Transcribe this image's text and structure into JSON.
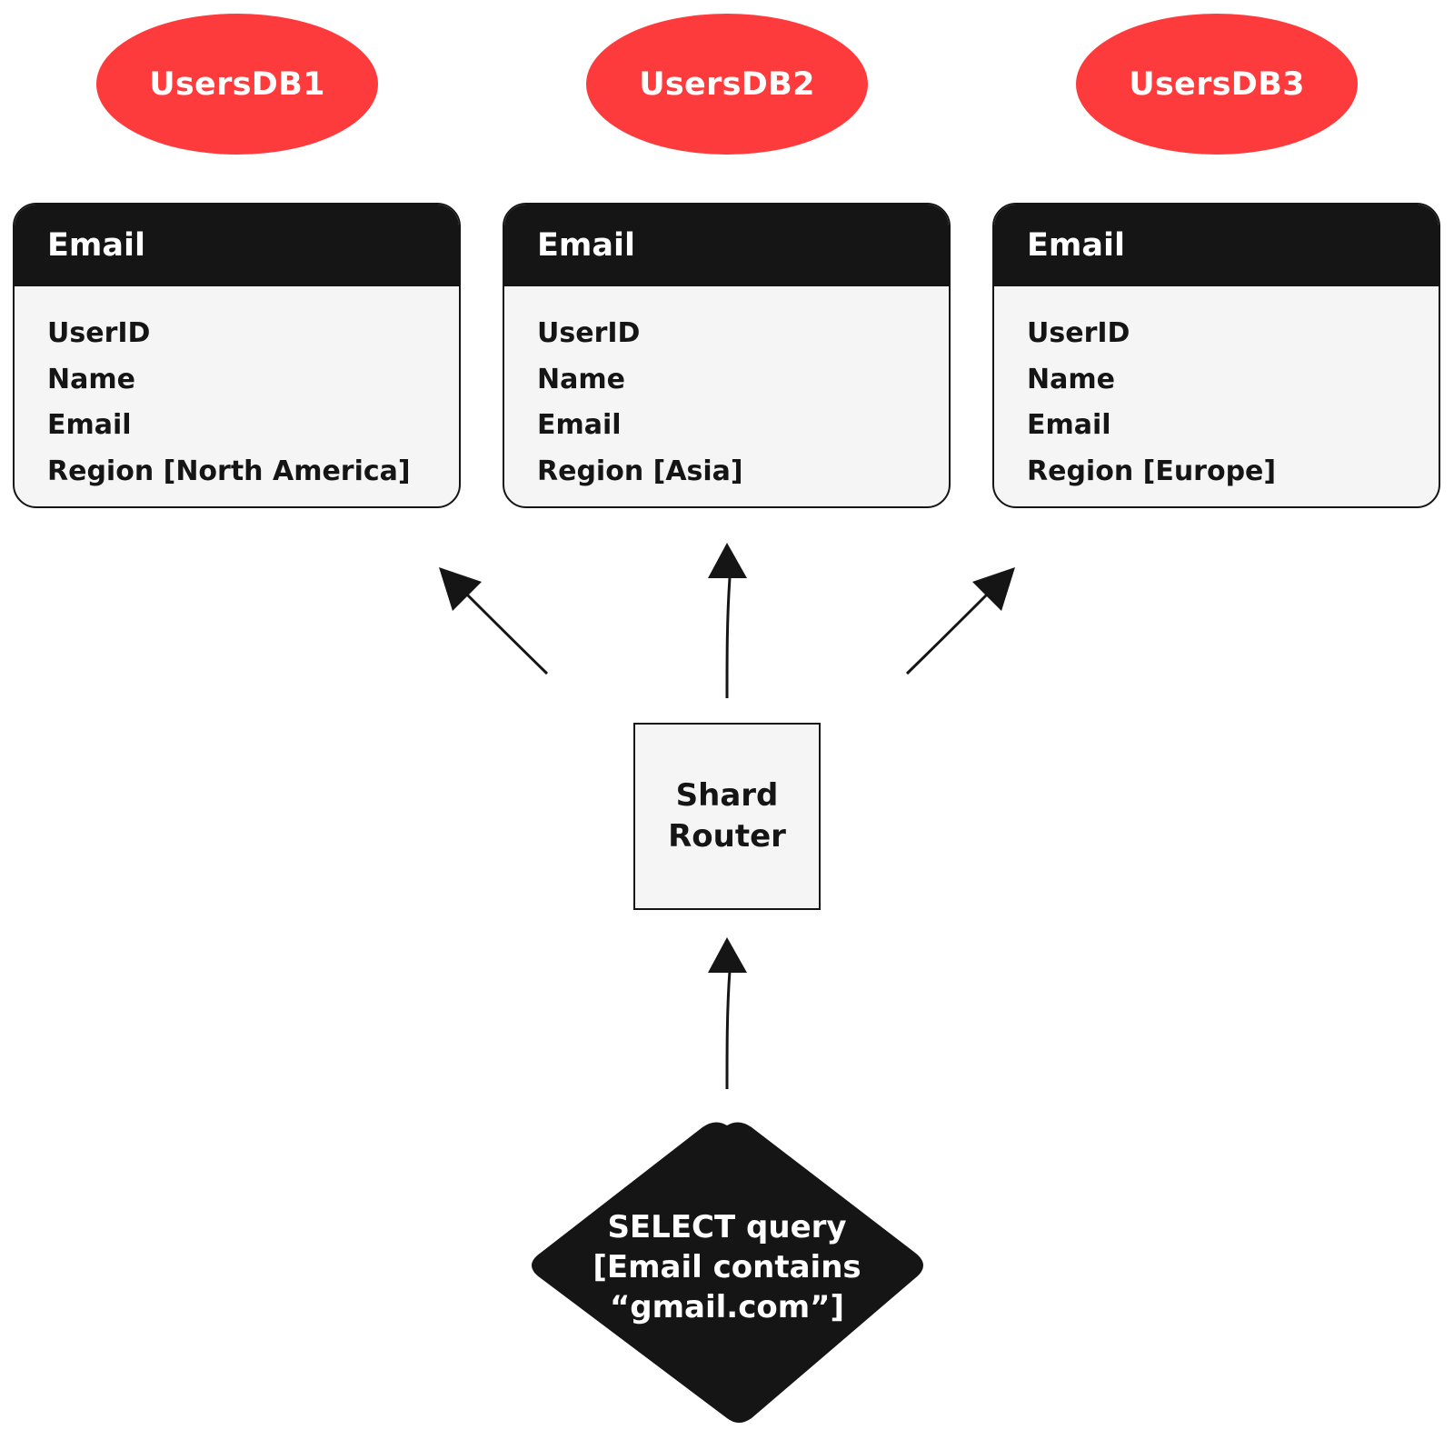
{
  "databases": [
    {
      "name": "UsersDB1",
      "table_header": "Email",
      "fields": [
        "UserID",
        "Name",
        "Email",
        "Region [North America]"
      ]
    },
    {
      "name": "UsersDB2",
      "table_header": "Email",
      "fields": [
        "UserID",
        "Name",
        "Email",
        "Region [Asia]"
      ]
    },
    {
      "name": "UsersDB3",
      "table_header": "Email",
      "fields": [
        "UserID",
        "Name",
        "Email",
        "Region [Europe]"
      ]
    }
  ],
  "router": {
    "label": "Shard Router"
  },
  "query": {
    "lines": [
      "SELECT query",
      "[Email contains",
      "“gmail.com”]"
    ]
  },
  "colors": {
    "db_oval": "#fe3b3c",
    "dark": "#151515",
    "panel": "#f5f5f5",
    "text_light": "#ffffff"
  }
}
